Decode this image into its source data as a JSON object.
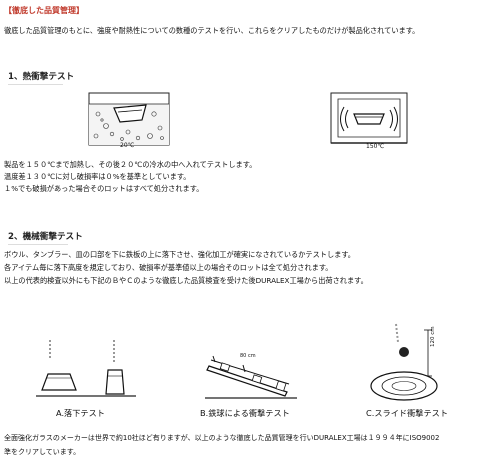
{
  "header": {
    "tag": "【徹底した品質管理】"
  },
  "intro": "徹底した品質管理のもとに、強度や耐熱性についての数種のテストを行い、これらをクリアしたものだけが製品化されています。",
  "section1": {
    "title": "1、熱衝撃テスト",
    "fig_left_label": "20℃",
    "fig_right_label": "150℃",
    "lines": [
      "製品を１５０℃まで加熱し、その後２０℃の冷水の中へ入れてテストします。",
      "温度差１３０℃に対し破損率は０%を基準としています。",
      "１%でも破損があった場合そのロットはすべて処分されます。"
    ]
  },
  "section2": {
    "title": "2、機械衝撃テスト",
    "lines": [
      "ボウル、タンブラー、皿の口部を下に鉄板の上に落下させ、強化加工が確実になされているかテストします。",
      "各アイテム毎に落下高度を規定しており、破損率が基準値以上の場合そのロットは全て処分されます。",
      "以上の代表的検査以外にも下記のＢやＣのような徹底した品質検査を受けた後DURALEX工場から出荷されます。"
    ],
    "fig_b_label": "80 cm",
    "fig_c_label": "120 cm",
    "captions": [
      "A.落下テスト",
      "B.鉄球による衝撃テスト",
      "C.スライド衝撃テスト"
    ]
  },
  "footer": [
    "全面強化ガラスのメーカーは世界で約10社ほど有りますが、以上のような徹底した品質管理を行いDURALEX工場は１９９４年にISO9002",
    "準をクリアしています。"
  ]
}
